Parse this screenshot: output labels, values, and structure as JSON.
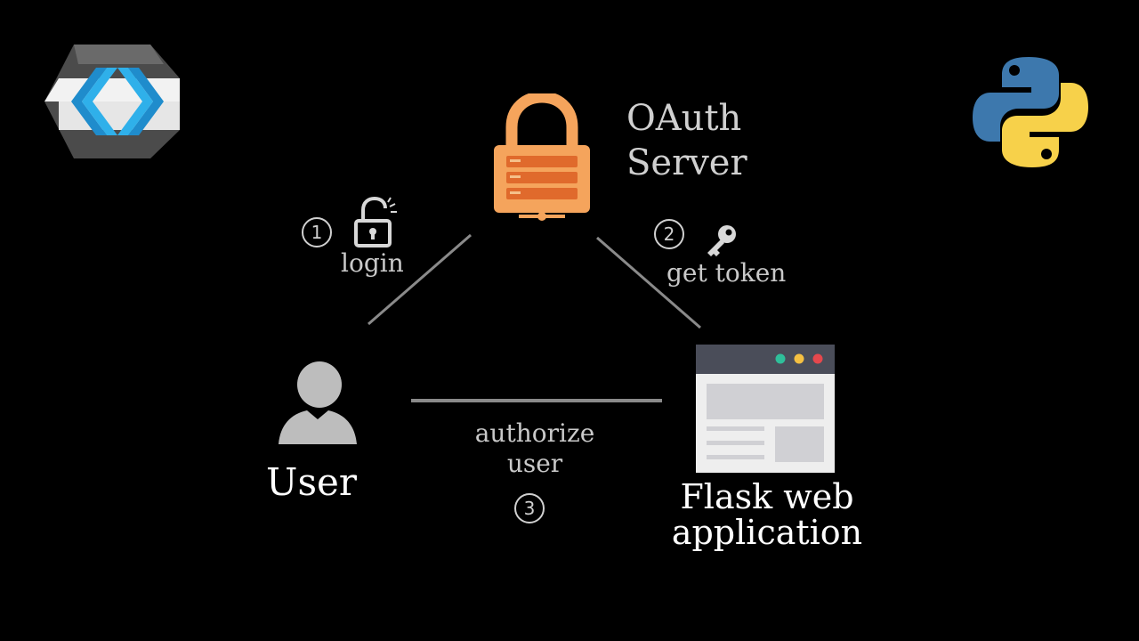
{
  "nodes": {
    "server": {
      "line1": "OAuth",
      "line2": "Server"
    },
    "user": {
      "label": "User"
    },
    "app": {
      "line1": "Flask web",
      "line2": "application"
    }
  },
  "steps": [
    {
      "number": "1",
      "label": "login",
      "icon": "unlocked-padlock-icon"
    },
    {
      "number": "2",
      "label": "get token",
      "icon": "key-icon"
    },
    {
      "number": "3",
      "line1": "authorize",
      "line2": "user"
    }
  ],
  "logos": [
    "keycloak-logo",
    "python-logo"
  ],
  "colors": {
    "background": "#000000",
    "lock": "#f5a45c",
    "server": "#e06a2c",
    "connector": "#8a8a8a",
    "user_icon": "#bdbdbd",
    "window_bar": "#4a4d59",
    "keycloak_blue": "#2fa7e0",
    "python_blue": "#3d78ad",
    "python_yellow": "#f7d14a"
  }
}
